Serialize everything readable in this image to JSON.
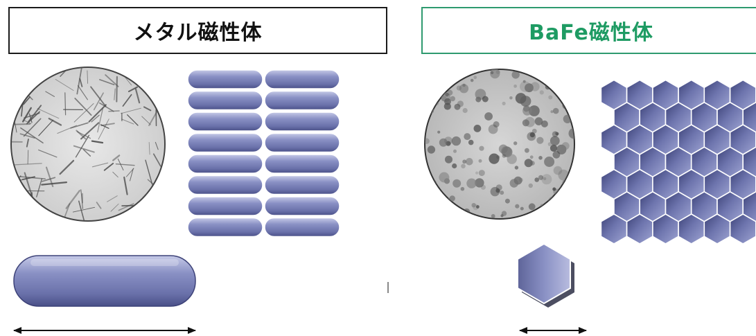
{
  "metal": {
    "title": "メタル磁性体",
    "particle_shape": "rod",
    "photo": "metal-particle-micrograph"
  },
  "bafe": {
    "title": "BaFe磁性体",
    "particle_shape": "hexagon",
    "photo": "bafe-particle-micrograph"
  },
  "colors": {
    "metal_border": "#1a1a1a",
    "bafe_border": "#2e9a6f",
    "bafe_title": "#1e9b63",
    "particle_fill": "#7077b0",
    "particle_highlight": "#c4c8e6",
    "particle_shadow": "#454b82"
  }
}
